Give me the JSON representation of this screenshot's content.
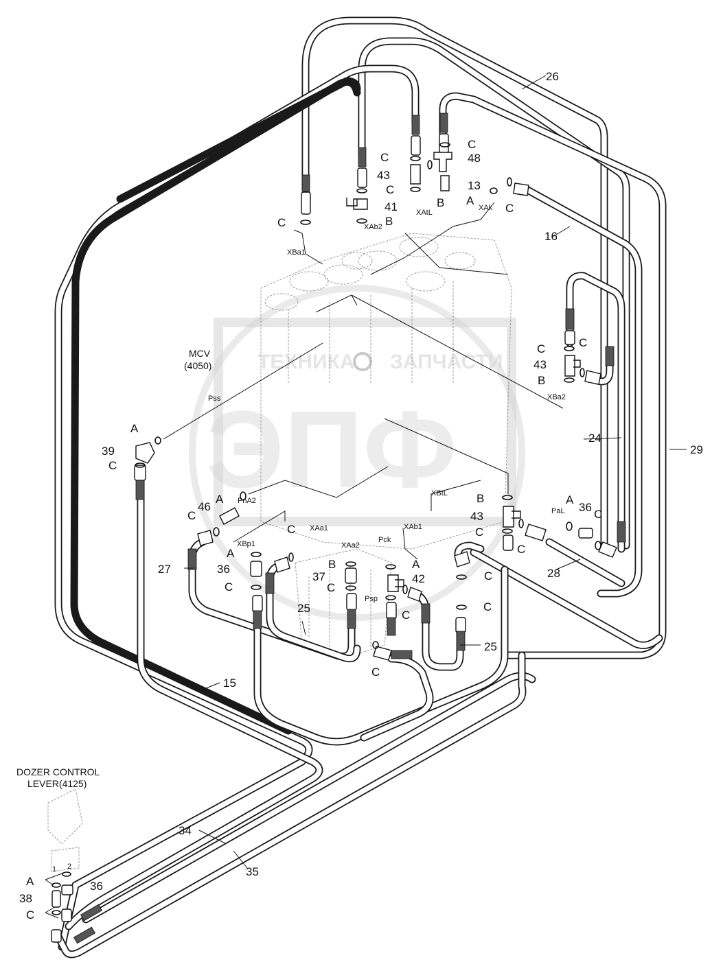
{
  "title": "",
  "components": {
    "mcv_name": "MCV",
    "mcv_code": "(4050)",
    "dozer_name": "DOZER CONTROL",
    "dozer_code": "LEVER(4125)"
  },
  "watermark": {
    "left_word": "ТЕХНИКА",
    "right_word": "ЗАПЧАСТИ",
    "big": "ЭПФ"
  },
  "ports": {
    "XBa1": "XBa1",
    "XAb2": "XAb2",
    "XAtL": "XAtL",
    "XAk": "XAk",
    "XBa2": "XBa2",
    "Pss": "Pss",
    "PnA2": "PnA2",
    "XBp1": "XBp1",
    "XAa1": "XAa1",
    "XAa2": "XAa2",
    "Pck": "Pck",
    "XAb1": "XAb1",
    "XBtL": "XBtL",
    "PaL": "PaL",
    "Psp": "Psp",
    "port_1": "1",
    "port_2": "2"
  },
  "callouts": {
    "c26": "26",
    "c16": "16",
    "c24": "24",
    "c29": "29",
    "c28": "28",
    "c15": "15",
    "c34": "34",
    "c35": "35",
    "c27": "27",
    "c25a": "25",
    "c25b": "25",
    "c48": "48",
    "c43a": "43",
    "c41": "41",
    "c13": "13",
    "c43b": "43",
    "c39": "39",
    "c46": "46",
    "c36a": "36",
    "c37": "37",
    "c42": "42",
    "c43c": "43",
    "c36b": "36",
    "c36c": "36",
    "c38": "38",
    "C1": "C",
    "C2": "C",
    "C3": "C",
    "C4": "C",
    "C5": "C",
    "C6": "C",
    "C7": "C",
    "C8": "C",
    "C9": "C",
    "C10": "C",
    "C11": "C",
    "C12": "C",
    "C13": "C",
    "C14": "C",
    "C15": "C",
    "C16": "C",
    "C17": "C",
    "C18": "C",
    "C19": "C",
    "C20": "C",
    "C21": "C",
    "A1": "A",
    "A2": "A",
    "A3": "A",
    "A4": "A",
    "A5": "A",
    "A6": "A",
    "A7": "A",
    "B1": "B",
    "B2": "B",
    "B3": "B",
    "B4": "B",
    "B5": "B"
  },
  "colors": {
    "line": "#1a1a1a",
    "watermark": "#cfcfcf",
    "background": "#ffffff"
  }
}
